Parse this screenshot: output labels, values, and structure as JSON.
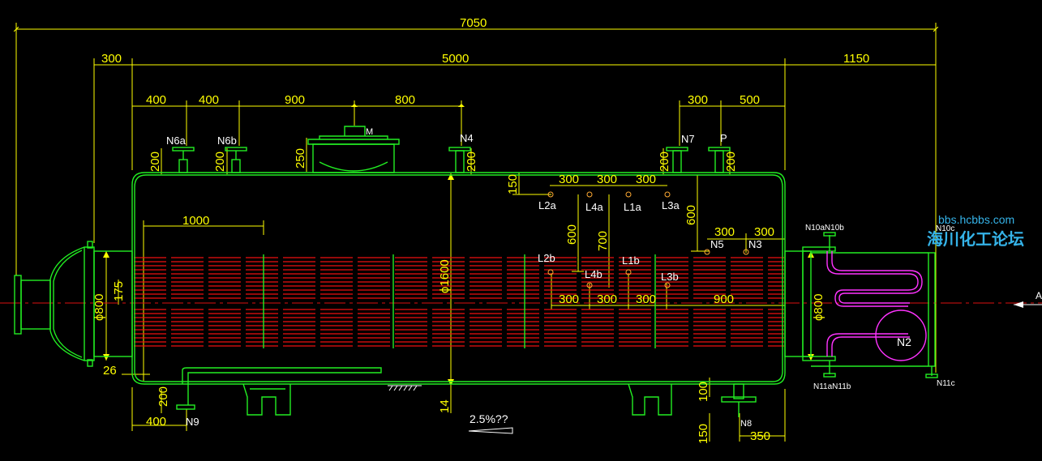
{
  "dimensions": {
    "overall": "7050",
    "head_left": "300",
    "shell": "5000",
    "head_right": "1150",
    "n6a_offset": "400",
    "n6b_spacing": "400",
    "manhole_spacing": "900",
    "n4_spacing": "800",
    "n7_p_spacing": "300",
    "p_right": "500",
    "nozzle_h_n6a": "200",
    "nozzle_h_n6b": "200",
    "manhole_h": "250",
    "nozzle_h_n4": "200",
    "nozzle_h_n7": "200",
    "nozzle_h_p": "200",
    "top_offset_150": "150",
    "la_300_1": "300",
    "la_300_2": "300",
    "la_300_3": "300",
    "level_600_right": "600",
    "n5_300": "300",
    "n3_300": "300",
    "baffle_1000": "1000",
    "l4_600": "600",
    "l4_700": "700",
    "shell_diameter": "ϕ1600",
    "left_flange_d": "ϕ800",
    "left_175": "175",
    "lb_300_1": "300",
    "lb_300_2": "300",
    "lb_300_3": "300",
    "right_900": "900",
    "right_flange_d": "ϕ800",
    "bottom_26": "26",
    "bottom_200": "200",
    "bottom_400": "400",
    "bottom_14": "14",
    "slope": "2.5%??",
    "n8_100": "100",
    "n8_150": "150",
    "n8_350": "350"
  },
  "labels": {
    "n6a": "N6a",
    "n6b": "N6b",
    "manhole": "M",
    "n4": "N4",
    "n7": "N7",
    "p": "P",
    "l2a": "L2a",
    "l4a": "L4a",
    "l1a": "L1a",
    "l3a": "L3a",
    "n5": "N5",
    "n3": "N3",
    "l2b": "L2b",
    "l4b": "L4b",
    "l1b": "L1b",
    "l3b": "L3b",
    "n10a_n10b": "N10aN10b",
    "n10c": "N10c",
    "n2": "N2",
    "n11a_n11b": "N11aN11b",
    "n11c": "N11c",
    "n9": "N9",
    "n8": "N8",
    "view_arrow": "A"
  },
  "watermark": {
    "url": "bbs.hcbbs.com",
    "name": "海川化工论坛"
  },
  "colors": {
    "background": "#000000",
    "vessel_outline": "#22ee22",
    "tubes": "#ee1111",
    "dimensions": "#ffff00",
    "text": "#ffffff",
    "nozzle_magenta": "#ff33ff",
    "watermark": "#35b3e8"
  }
}
